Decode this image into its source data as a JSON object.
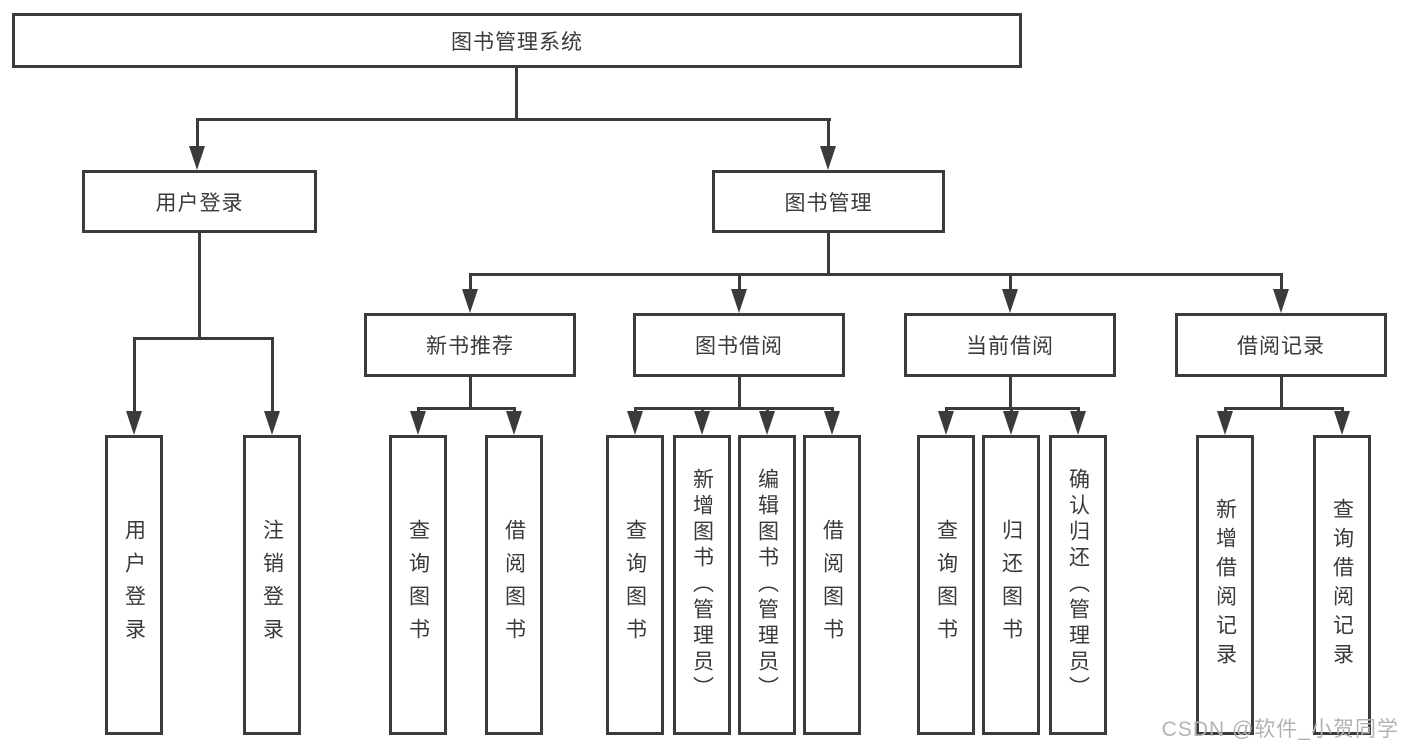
{
  "diagram": {
    "root": "图书管理系统",
    "branches": [
      {
        "label": "用户登录",
        "children": [
          "用户登录",
          "注销登录"
        ]
      },
      {
        "label": "图书管理",
        "children": [
          {
            "label": "新书推荐",
            "children": [
              "查询图书",
              "借阅图书"
            ]
          },
          {
            "label": "图书借阅",
            "children": [
              "查询图书",
              "新增图书（管理员）",
              "编辑图书（管理员）",
              "借阅图书"
            ]
          },
          {
            "label": "当前借阅",
            "children": [
              "查询图书",
              "归还图书",
              "确认归还（管理员）"
            ]
          },
          {
            "label": "借阅记录",
            "children": [
              "新增借阅记录",
              "查询借阅记录"
            ]
          }
        ]
      }
    ],
    "line_color": "#3b3b3b"
  },
  "watermark": {
    "text": "CSDN @软件_小贺同学"
  }
}
